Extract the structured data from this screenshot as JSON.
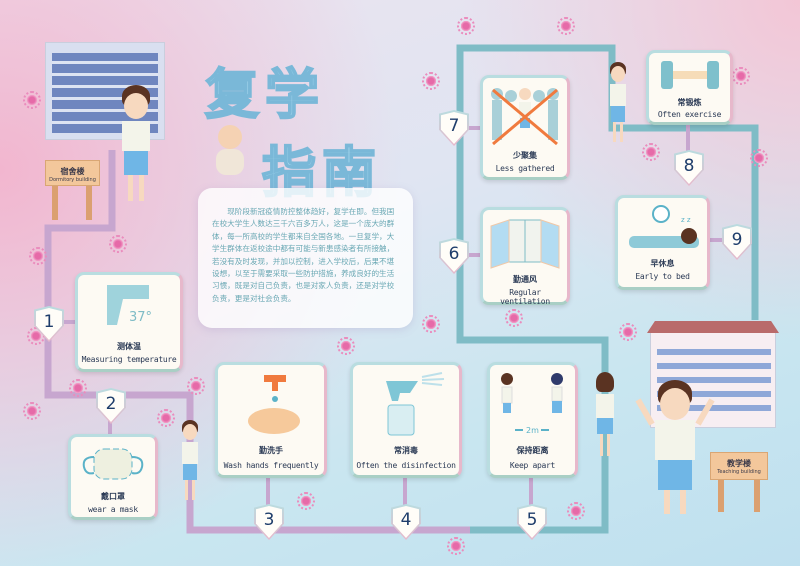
{
  "title": {
    "line1": "复学",
    "line2": "指南"
  },
  "intro": "现阶段新冠疫情防控整体趋好，复学在即。但我国在校大学生人数达三千六百多万人，这是一个庞大的群体，每一所高校的学生都来自全国各地。一旦复学，大学生群体在返校途中都有可能与新患感染者有所接触，若没有及时发现，并加以控制，进入学校后，后果不堪设想，以至于需要采取一些防护措施，养成良好的生活习惯，既是对自己负责，也是对家人负责，还是对学校负责，更是对社会负责。",
  "dorm_sign": {
    "cn": "宿舍楼",
    "en": "Dormitory building"
  },
  "teaching_sign": {
    "cn": "教学楼",
    "en": "Teaching building"
  },
  "steps": [
    {
      "num": "1",
      "cn": "测体温",
      "en": "Measuring temperature",
      "icon": "thermometer-gun-icon",
      "reading": "37°"
    },
    {
      "num": "2",
      "cn": "戴口罩",
      "en": "wear a mask",
      "icon": "mask-icon"
    },
    {
      "num": "3",
      "cn": "勤洗手",
      "en": "Wash hands frequently",
      "icon": "hand-washing-icon"
    },
    {
      "num": "4",
      "cn": "常消毒",
      "en": "Often the disinfection",
      "icon": "spray-bottle-icon"
    },
    {
      "num": "5",
      "cn": "保持距离",
      "en": "Keep apart",
      "icon": "distance-icon",
      "distance": "2m"
    },
    {
      "num": "6",
      "cn": "勤通风",
      "en": "Regular ventilation",
      "icon": "window-icon"
    },
    {
      "num": "7",
      "cn": "少聚集",
      "en": "Less gathered",
      "icon": "no-crowd-icon"
    },
    {
      "num": "8",
      "cn": "常锻炼",
      "en": "Often exercise",
      "icon": "dumbbell-icon"
    },
    {
      "num": "9",
      "cn": "早休息",
      "en": "Early to bed",
      "icon": "sleep-icon"
    }
  ],
  "colors": {
    "path_pink": "#c7a6cf",
    "path_teal": "#7fbcc6",
    "title": "#a9daf0",
    "text": "#2b3a55"
  }
}
